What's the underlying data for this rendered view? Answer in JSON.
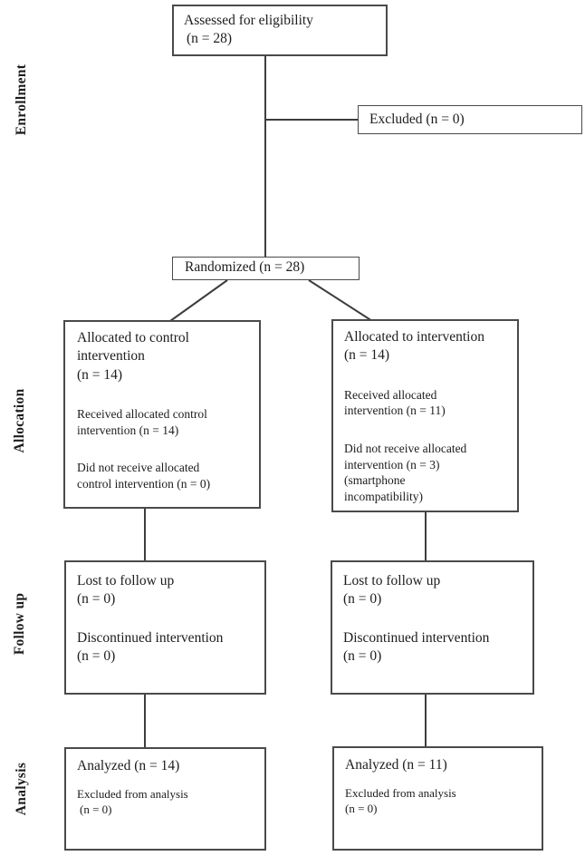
{
  "figure": {
    "stages": [
      {
        "id": "enrollment",
        "label": "Enrollment"
      },
      {
        "id": "allocation",
        "label": "Allocation"
      },
      {
        "id": "followup",
        "label": "Follow up"
      },
      {
        "id": "analysis",
        "label": "Analysis"
      }
    ],
    "boxes": {
      "assessed": {
        "line1": "Assessed for eligibility",
        "line2": "(n = 28)"
      },
      "excluded": {
        "label": "Excluded (n = 0)"
      },
      "randomized": {
        "label": "Randomized (n = 28)"
      },
      "allocation_control": {
        "title1": "Allocated to control",
        "title2": "intervention",
        "title3": "(n = 14)",
        "received1": "Received allocated control",
        "received2": "intervention (n = 14)",
        "not_received1": "Did not receive allocated",
        "not_received2": "control intervention (n = 0)"
      },
      "allocation_intervention": {
        "title1": "Allocated to intervention",
        "title2": "(n = 14)",
        "received1": "Received allocated",
        "received2": "intervention (n = 11)",
        "not_received1": "Did not receive allocated",
        "not_received2": "intervention (n = 3)",
        "not_received3": "(smartphone",
        "not_received4": "incompatibility)"
      },
      "followup_control": {
        "lost1": "Lost to follow up",
        "lost2": "(n = 0)",
        "disc1": "Discontinued intervention",
        "disc2": "(n = 0)"
      },
      "followup_intervention": {
        "lost1": "Lost to follow up",
        "lost2": "(n = 0)",
        "disc1": "Discontinued intervention",
        "disc2": "(n = 0)"
      },
      "analysis_control": {
        "title": "Analyzed (n = 14)",
        "excluded1": "Excluded from analysis",
        "excluded2": "(n = 0)"
      },
      "analysis_intervention": {
        "title": "Analyzed (n = 11)",
        "excluded1": "Excluded from analysis",
        "excluded2": "(n = 0)"
      }
    },
    "colors": {
      "border": "#4a4a4a",
      "line": "#3d3d3d",
      "text": "#1c1c1c",
      "background": "#ffffff"
    }
  }
}
